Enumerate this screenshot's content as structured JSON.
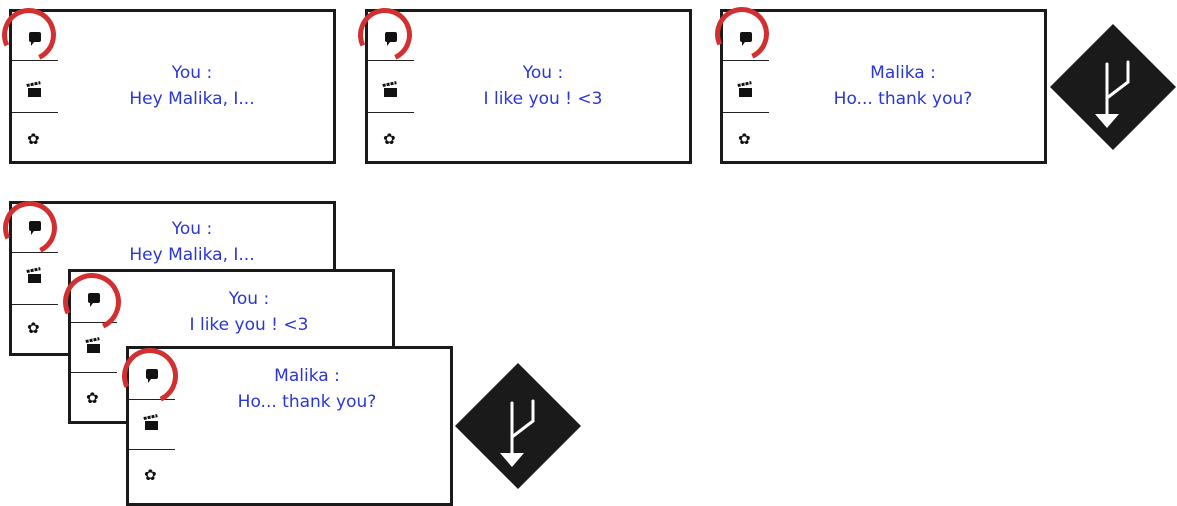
{
  "top_row": [
    {
      "speaker": "You :",
      "text": "Hey Malika, I..."
    },
    {
      "speaker": "You :",
      "text": "I like you ! <3"
    },
    {
      "speaker": "Malika :",
      "text": "Ho... thank you?"
    }
  ],
  "stacked": [
    {
      "speaker": "You :",
      "text": "Hey Malika, I..."
    },
    {
      "speaker": "You :",
      "text": "I like you ! <3"
    },
    {
      "speaker": "Malika :",
      "text": "Ho... thank you?"
    }
  ],
  "icons": {
    "dialogue": "speech-bubble-icon",
    "scene": "clapperboard-icon",
    "settings": "gear-icon",
    "branch": "branch-diamond-icon"
  },
  "colors": {
    "text": "#2a36d8",
    "highlight_ring": "#d23030",
    "border": "#1a1a1a",
    "diamond": "#1a1a1a"
  }
}
